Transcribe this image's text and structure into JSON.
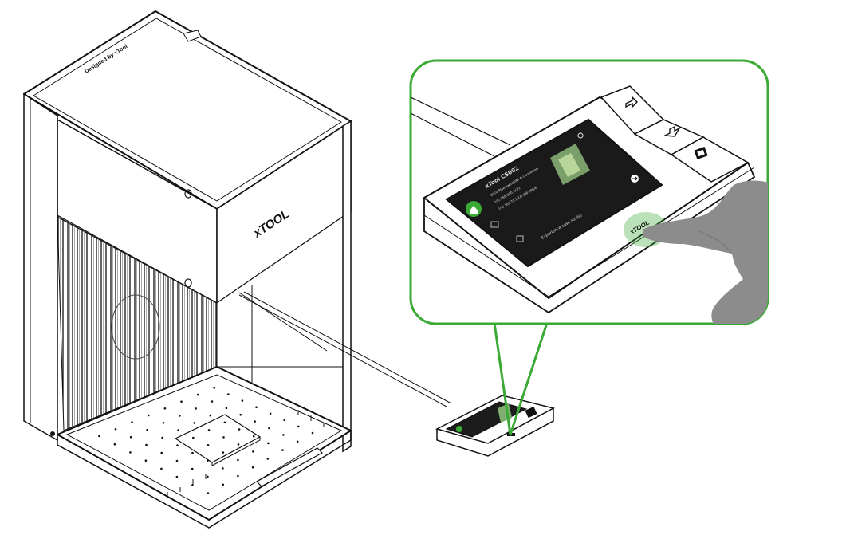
{
  "illustration": {
    "device_brand": "xTOOL",
    "lid_text": "Designed by xTool",
    "accent_color": "#3aaa35",
    "hand_color": "#8c8c8c"
  },
  "screen": {
    "device_name": "xTool CS002",
    "line_1": "2020 Blue Switch/Wi-Fi Connected",
    "line_2": "192.168.000.1/2/1",
    "line_3": "192.168.70.1/2/3:3/63/85/6",
    "bottom_label": "Experience case studio",
    "home_icon": "home-icon",
    "folder_icon": "folder-icon",
    "lock_icon": "lock-icon",
    "settings_icon": "gear-icon",
    "arrow_icon": "arrow-right-icon"
  },
  "panel_buttons": {
    "upper": "export-icon",
    "middle": "import-icon",
    "lower": "frame-icon"
  }
}
